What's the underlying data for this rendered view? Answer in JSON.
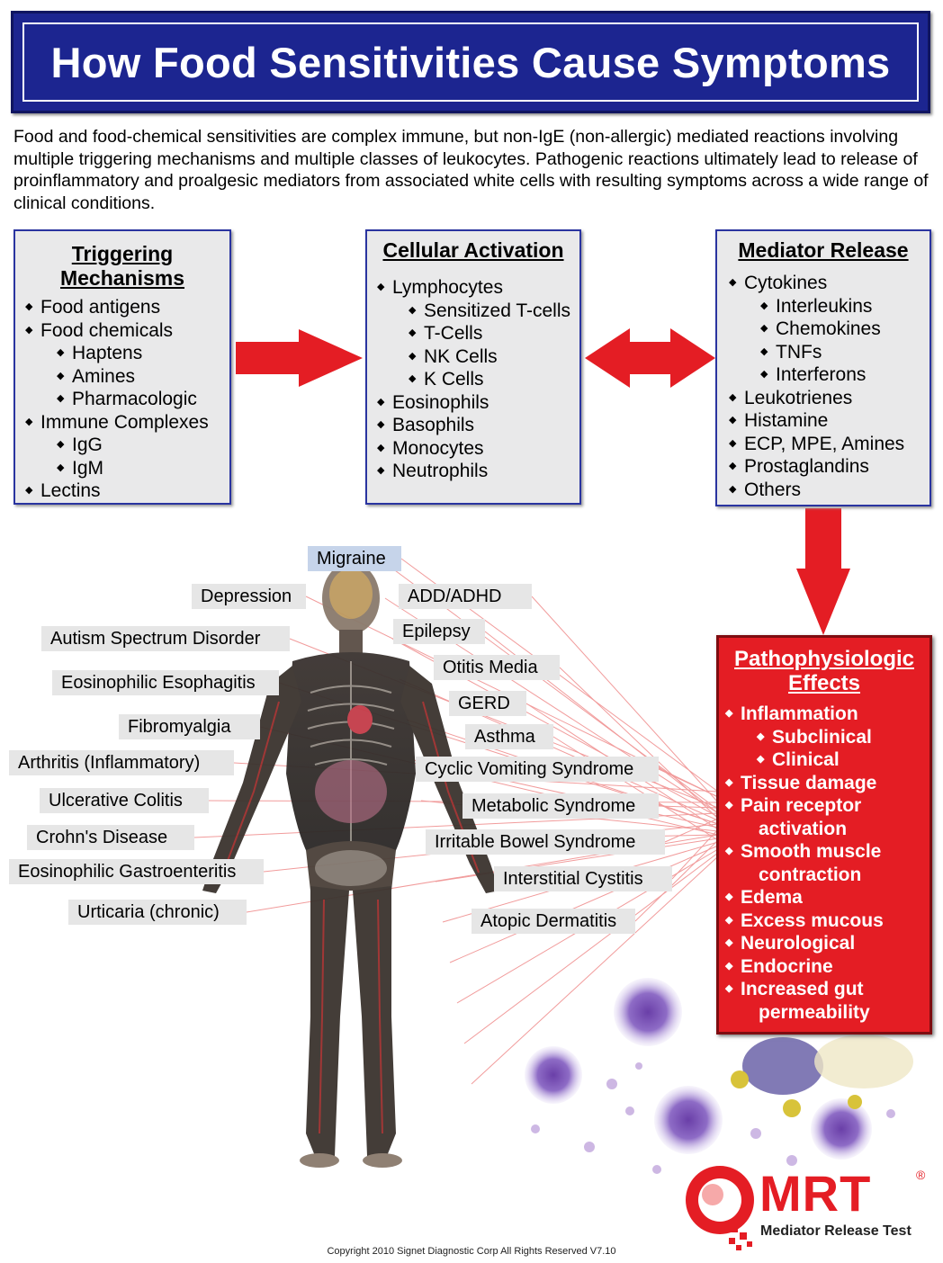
{
  "title": "How Food Sensitivities Cause Symptoms",
  "intro": "Food and food-chemical sensitivities are complex immune, but non-IgE (non-allergic) mediated reactions involving multiple triggering mechanisms and multiple classes of leukocytes.  Pathogenic reactions ultimately lead to release of proinflammatory and proalgesic mediators from associated white cells with resulting symptoms across a wide range of clinical conditions.",
  "triggering": {
    "title_line1": "Triggering",
    "title_line2": "Mechanisms",
    "items": [
      {
        "label": "Food antigens",
        "level": 1
      },
      {
        "label": "Food chemicals",
        "level": 1
      },
      {
        "label": "Haptens",
        "level": 2
      },
      {
        "label": "Amines",
        "level": 2
      },
      {
        "label": "Pharmacologic",
        "level": 2
      },
      {
        "label": "Immune Complexes",
        "level": 1
      },
      {
        "label": "IgG",
        "level": 2
      },
      {
        "label": "IgM",
        "level": 2
      },
      {
        "label": "Lectins",
        "level": 1
      }
    ]
  },
  "cellular": {
    "title": "Cellular Activation",
    "items": [
      {
        "label": "Lymphocytes",
        "level": 1
      },
      {
        "label": "Sensitized T-cells",
        "level": 2
      },
      {
        "label": "T-Cells",
        "level": 2
      },
      {
        "label": "NK Cells",
        "level": 2
      },
      {
        "label": "K Cells",
        "level": 2
      },
      {
        "label": "Eosinophils",
        "level": 1
      },
      {
        "label": "Basophils",
        "level": 1
      },
      {
        "label": "Monocytes",
        "level": 1
      },
      {
        "label": "Neutrophils",
        "level": 1
      }
    ]
  },
  "mediator": {
    "title": "Mediator Release",
    "items": [
      {
        "label": "Cytokines",
        "level": 1
      },
      {
        "label": "Interleukins",
        "level": 2
      },
      {
        "label": "Chemokines",
        "level": 2
      },
      {
        "label": "TNFs",
        "level": 2
      },
      {
        "label": "Interferons",
        "level": 2
      },
      {
        "label": "Leukotrienes",
        "level": 1
      },
      {
        "label": "Histamine",
        "level": 1
      },
      {
        "label": "ECP, MPE, Amines",
        "level": 1
      },
      {
        "label": "Prostaglandins",
        "level": 1
      },
      {
        "label": "Others",
        "level": 1
      }
    ]
  },
  "patho": {
    "title_line1": "Pathophysiologic",
    "title_line2": "Effects",
    "items": [
      {
        "label": "Inflammation",
        "level": 1
      },
      {
        "label": "Subclinical",
        "level": 2
      },
      {
        "label": "Clinical",
        "level": 2
      },
      {
        "label": "Tissue damage",
        "level": 1
      },
      {
        "label": "Pain receptor",
        "level": 1
      },
      {
        "label": "activation",
        "level": 0
      },
      {
        "label": "Smooth muscle",
        "level": 1
      },
      {
        "label": "contraction",
        "level": 0
      },
      {
        "label": "Edema",
        "level": 1
      },
      {
        "label": "Excess mucous",
        "level": 1
      },
      {
        "label": "Neurological",
        "level": 1
      },
      {
        "label": "Endocrine",
        "level": 1
      },
      {
        "label": "Increased gut",
        "level": 1
      },
      {
        "label": "permeability",
        "level": 0
      }
    ]
  },
  "conditions": [
    "Migraine",
    "Depression",
    "ADD/ADHD",
    "Autism Spectrum Disorder",
    "Epilepsy",
    "Otitis Media",
    "Eosinophilic Esophagitis",
    "GERD",
    "Fibromyalgia",
    "Asthma",
    "Arthritis (Inflammatory)",
    "Cyclic Vomiting Syndrome",
    "Ulcerative Colitis",
    "Metabolic Syndrome",
    "Crohn's Disease",
    "Irritable Bowel Syndrome",
    "Eosinophilic Gastroenteritis",
    "Interstitial Cystitis",
    "Urticaria (chronic)",
    "Atopic Dermatitis"
  ],
  "logo": {
    "name": "MRT",
    "reg": "®",
    "subtitle": "Mediator Release Test"
  },
  "copyright": "Copyright 2010 Signet Diagnostic Corp All Rights Reserved V7.10",
  "colors": {
    "title_bg": "#1c2590",
    "box_border": "#2a34a0",
    "arrow": "#e41d24",
    "effects_bg": "#e41d24"
  }
}
